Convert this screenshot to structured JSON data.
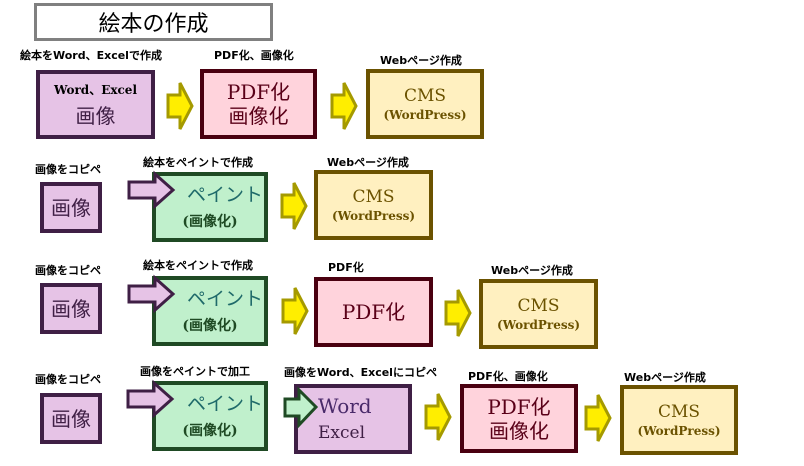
{
  "title": "絵本の作成",
  "colors": {
    "yellow_arrow_fill": "#ffee00",
    "yellow_arrow_stroke": "#a59a00",
    "pink_arrow_fill": "#e6c3e6",
    "pink_arrow_stroke": "#3f1f45",
    "green_arrow_fill": "#c0f0cc",
    "green_arrow_stroke": "#1f4a24"
  },
  "rows": [
    {
      "steps": [
        {
          "label": "絵本をWord、Excelで作成",
          "lines": [
            "Word、Excel",
            "画像"
          ]
        },
        {
          "label": "PDF化、画像化",
          "lines": [
            "PDF化",
            "画像化"
          ]
        },
        {
          "label": "Webページ作成",
          "lines": [
            "CMS",
            "(WordPress)"
          ]
        }
      ]
    },
    {
      "steps": [
        {
          "label": "画像をコピペ",
          "lines": [
            "画像"
          ]
        },
        {
          "label": "絵本をペイントで作成",
          "lines": [
            "ペイント",
            "(画像化)"
          ]
        },
        {
          "label": "Webページ作成",
          "lines": [
            "CMS",
            "(WordPress)"
          ]
        }
      ]
    },
    {
      "steps": [
        {
          "label": "画像をコピペ",
          "lines": [
            "画像"
          ]
        },
        {
          "label": "絵本をペイントで作成",
          "lines": [
            "ペイント",
            "(画像化)"
          ]
        },
        {
          "label": "PDF化",
          "lines": [
            "PDF化"
          ]
        },
        {
          "label": "Webページ作成",
          "lines": [
            "CMS",
            "(WordPress)"
          ]
        }
      ]
    },
    {
      "steps": [
        {
          "label": "画像をコピペ",
          "lines": [
            "画像"
          ]
        },
        {
          "label": "画像をペイントで加工",
          "lines": [
            "ペイント",
            "(画像化)"
          ]
        },
        {
          "label": "画像をWord、Excelにコピペ",
          "lines": [
            "Word",
            "Excel"
          ]
        },
        {
          "label": "PDF化、画像化",
          "lines": [
            "PDF化",
            "画像化"
          ]
        },
        {
          "label": "Webページ作成",
          "lines": [
            "CMS",
            "(WordPress)"
          ]
        }
      ]
    }
  ]
}
